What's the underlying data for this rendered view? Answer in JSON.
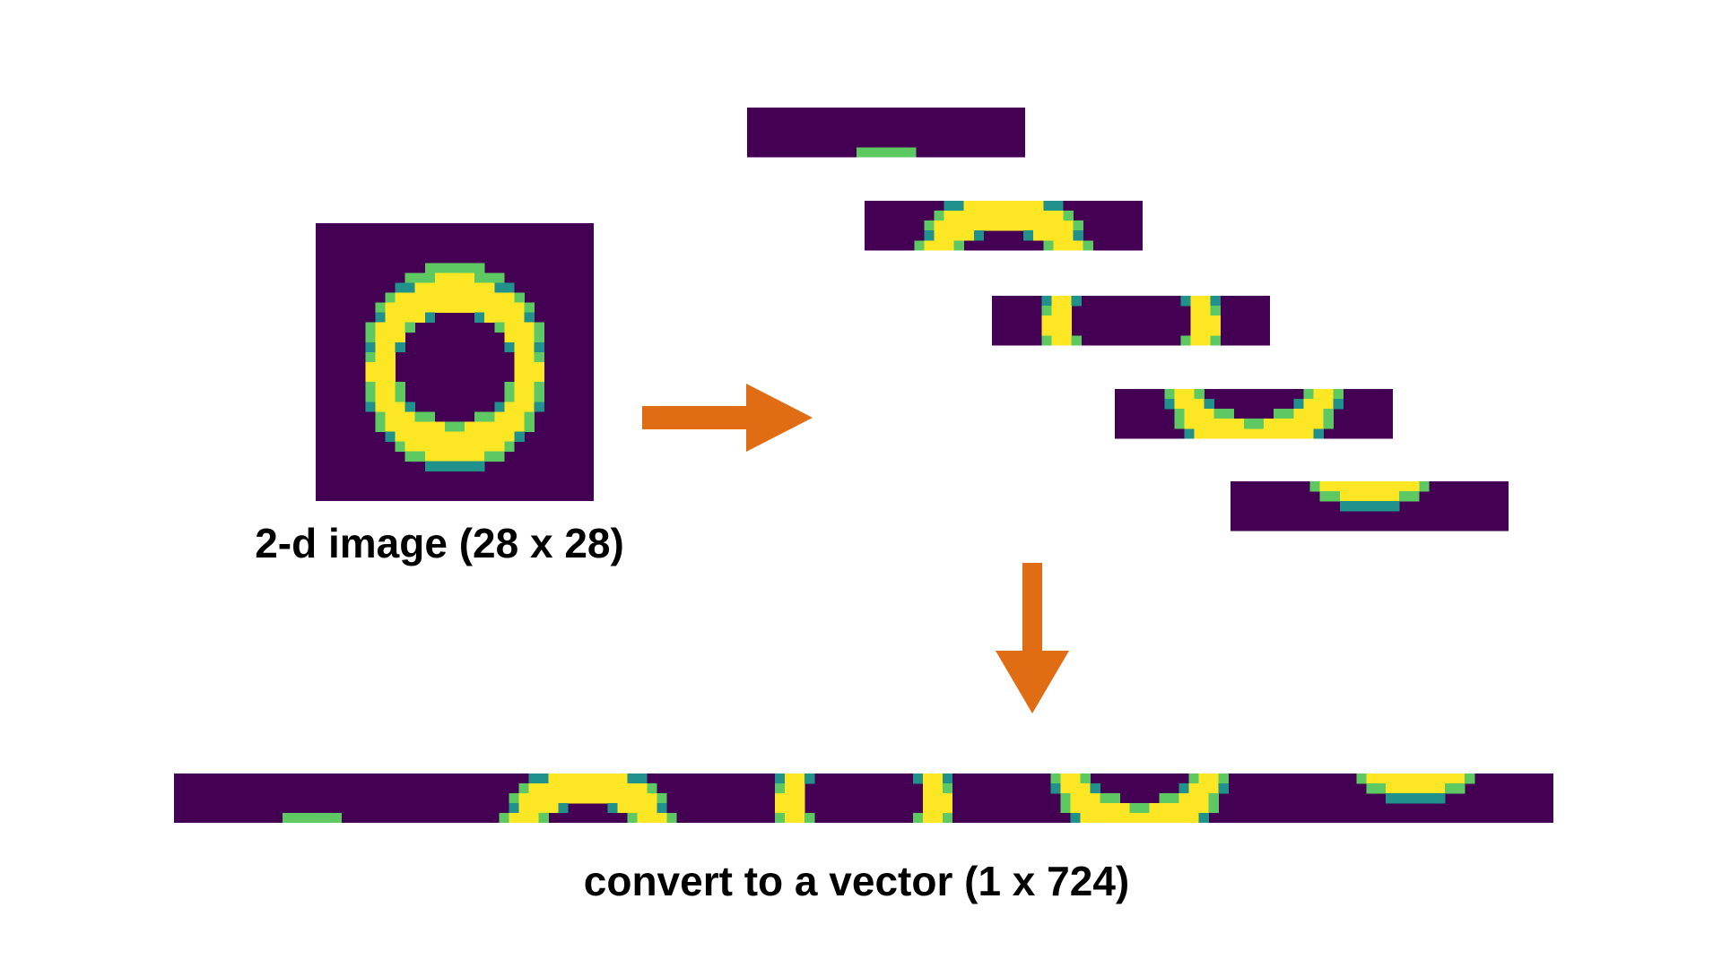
{
  "captions": {
    "image": "2-d image (28 x 28)",
    "vector": "convert to a vector (1 x 724)"
  },
  "colors": {
    "background": "#440154",
    "ring": "#fde725",
    "edge_green": "#5ec962",
    "edge_teal": "#21918c",
    "arrow": "#e06c14"
  },
  "image": {
    "rows": 28,
    "cols": 28,
    "shape": "ring",
    "outer_radius_x": 9.5,
    "outer_radius_y": 10.5,
    "inner_radius_x": 5.7,
    "inner_radius_y": 5.4,
    "center_col": 14.0,
    "center_row": 14.6
  },
  "strips": {
    "count": 5,
    "rows_per_strip": 5,
    "row_ranges": [
      [
        0,
        5
      ],
      [
        6,
        11
      ],
      [
        12,
        17
      ],
      [
        17,
        22
      ],
      [
        22,
        27
      ]
    ]
  },
  "arrows": [
    {
      "name": "arrow-right",
      "direction": "right"
    },
    {
      "name": "arrow-down",
      "direction": "down"
    }
  ]
}
